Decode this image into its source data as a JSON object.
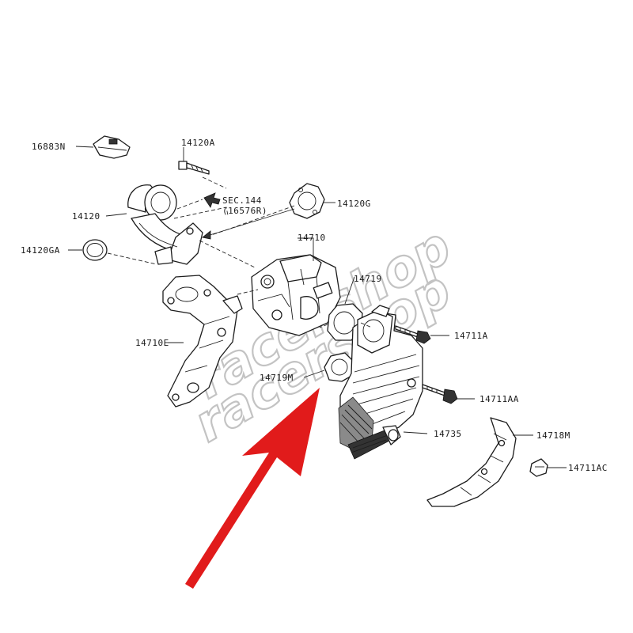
{
  "watermark": {
    "text": "racershop"
  },
  "parts": [
    {
      "key": "p16883N",
      "number": "16883N"
    },
    {
      "key": "p14120A",
      "number": "14120A"
    },
    {
      "key": "p14120",
      "number": "14120"
    },
    {
      "key": "p14120GA",
      "number": "14120GA"
    },
    {
      "key": "p14120G",
      "number": "14120G"
    },
    {
      "key": "p14710",
      "number": "14710"
    },
    {
      "key": "p14719",
      "number": "14719"
    },
    {
      "key": "p14711A",
      "number": "14711A"
    },
    {
      "key": "p14710E",
      "number": "14710E"
    },
    {
      "key": "p14719M",
      "number": "14719M"
    },
    {
      "key": "p14711AA",
      "number": "14711AA"
    },
    {
      "key": "p14735",
      "number": "14735"
    },
    {
      "key": "p14718M",
      "number": "14718M"
    },
    {
      "key": "p14711AC",
      "number": "14711AC"
    }
  ],
  "section_ref": {
    "line1": "SEC.144",
    "line2": "(16576R)"
  },
  "highlight_arrow": {
    "color": "#e11b1b",
    "target_part": "14719M"
  }
}
